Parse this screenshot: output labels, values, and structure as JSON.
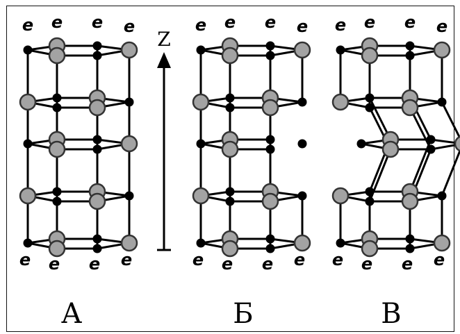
{
  "axis": {
    "label": "Z"
  },
  "panels": [
    {
      "label": "А"
    },
    {
      "label": "Б"
    },
    {
      "label": "В"
    }
  ],
  "edge_marker": "e",
  "colors": {
    "atom_large": "#a3a3a3",
    "atom_small": "#000000",
    "bond": "#000000"
  }
}
